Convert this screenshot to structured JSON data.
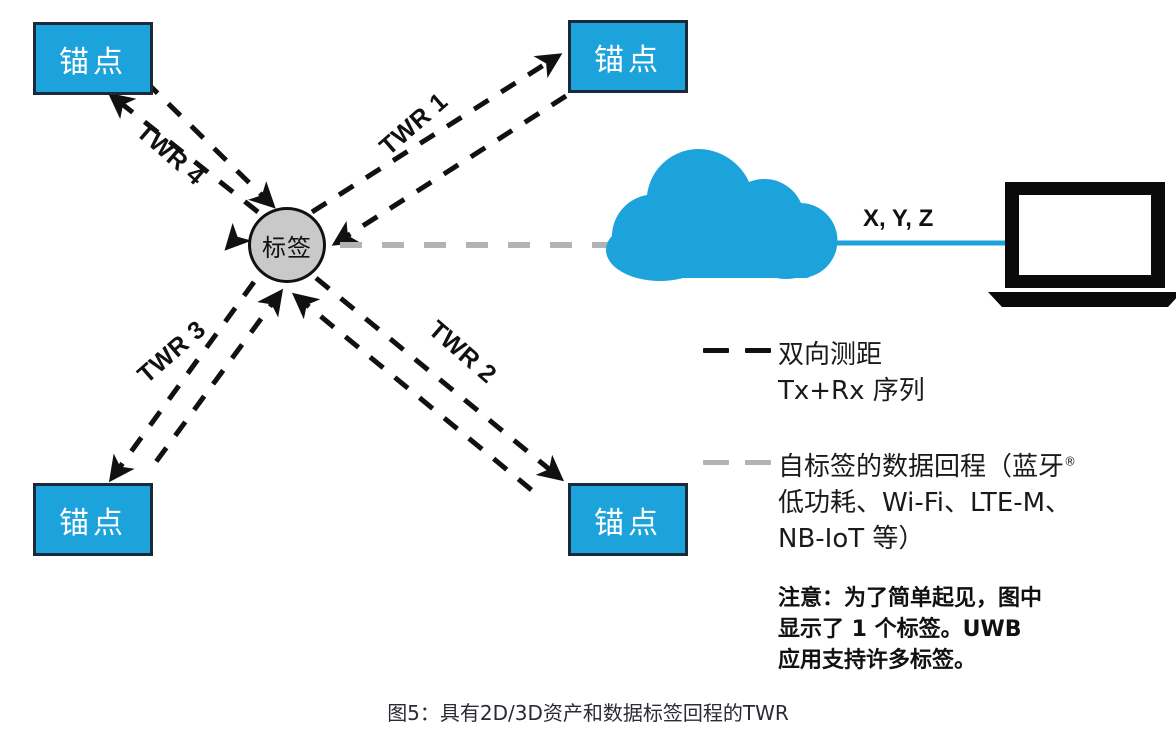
{
  "diagram": {
    "title": "TWR UWB positioning diagram",
    "colors": {
      "anchor_fill": "#1CA3DC",
      "anchor_border": "#1B2A3A",
      "anchor_text": "#FFFFFF",
      "tag_fill": "#C9C9C9",
      "tag_border": "#111111",
      "cloud_fill": "#1CA3DC",
      "backhaul_line": "#B3B3B3",
      "twr_line": "#111111",
      "laptop": "#000000",
      "cloud_link": "#1CA3DC"
    }
  },
  "anchors": [
    {
      "id": "anchor-tl",
      "label": "锚点"
    },
    {
      "id": "anchor-tr",
      "label": "锚点"
    },
    {
      "id": "anchor-bl",
      "label": "锚点"
    },
    {
      "id": "anchor-br",
      "label": "锚点"
    }
  ],
  "tag": {
    "label": "标签"
  },
  "links": {
    "twr": [
      {
        "id": "twr1",
        "label": "TWR 1",
        "from": "tag",
        "to": "anchor-tr",
        "style": "double-dashed-bidirectional"
      },
      {
        "id": "twr2",
        "label": "TWR 2",
        "from": "tag",
        "to": "anchor-br",
        "style": "double-dashed-bidirectional"
      },
      {
        "id": "twr3",
        "label": "TWR 3",
        "from": "tag",
        "to": "anchor-bl",
        "style": "double-dashed-bidirectional"
      },
      {
        "id": "twr4",
        "label": "TWR 4",
        "from": "tag",
        "to": "anchor-tl",
        "style": "double-dashed-bidirectional"
      }
    ],
    "backhaul": {
      "from": "tag",
      "to": "cloud",
      "style": "gray-dashed"
    },
    "cloud_to_laptop": {
      "label": "X, Y, Z",
      "style": "solid-cyan"
    }
  },
  "legend": [
    {
      "marker": "black-dashed",
      "lines": [
        "双向测距",
        "Tx+Rx 序列"
      ]
    },
    {
      "marker": "gray-dashed",
      "lines": [
        "自标签的数据回程（蓝牙",
        "低功耗、Wi-Fi、LTE-M、",
        "NB-IoT 等）"
      ],
      "superscript": "®"
    }
  ],
  "note": {
    "lines": [
      "注意：为了简单起见，图中",
      "显示了 1 个标签。UWB",
      "应用支持许多标签。"
    ]
  },
  "caption": {
    "text": "图5：具有2D/3D资产和数据标签回程的TWR"
  }
}
